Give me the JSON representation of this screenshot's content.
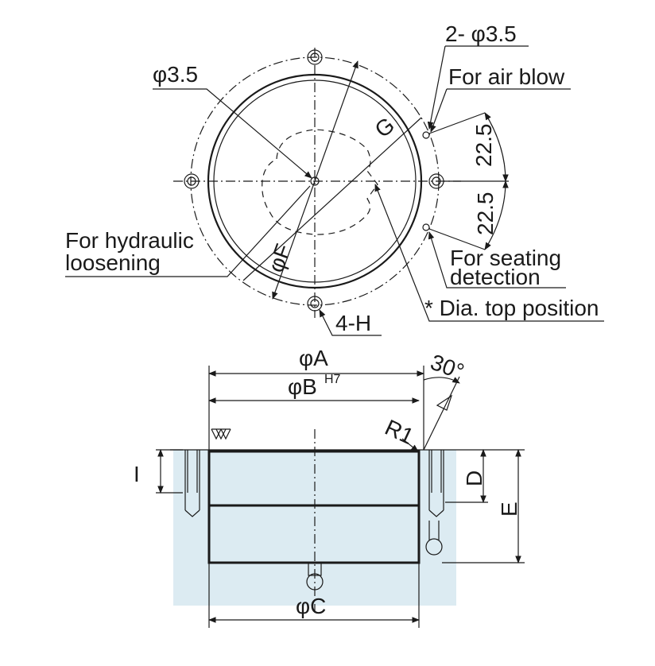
{
  "top_view": {
    "labels": {
      "hole_center": "φ3.5",
      "air_hole": "2- φ3.5",
      "air_blow": "For air blow",
      "hydraulic_line1": "For hydraulic",
      "hydraulic_line2": "loosening",
      "seating_line1": "For seating",
      "seating_line2": "detection",
      "dia_top": "* Dia. top position",
      "bolt_holes": "4-H",
      "pcd_g": "G",
      "dia_f": "φF",
      "angle_upper": "22.5",
      "angle_lower": "22.5"
    }
  },
  "side_view": {
    "labels": {
      "dia_a": "φA",
      "dia_b_prefix": "φB",
      "dia_b_tol": "H7",
      "angle": "30°",
      "radius": "R1",
      "dim_d": "D",
      "dim_e": "E",
      "dim_i": "I",
      "dia_c": "φC"
    }
  },
  "colors": {
    "line": "#1a1a1a",
    "shade": "#dcebf2"
  }
}
